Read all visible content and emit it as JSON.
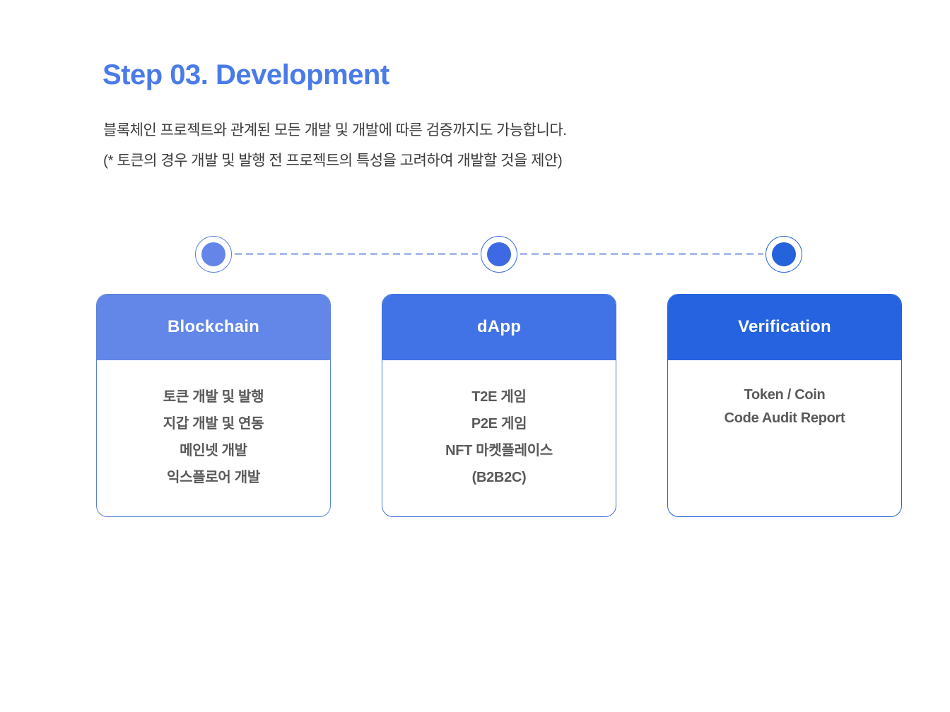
{
  "page": {
    "title": "Step 03. Development",
    "description": [
      "블록체인 프로젝트와 관계된 모든 개발 및 개발에 따른 검증까지도 가능합니다.",
      "(* 토큰의 경우 개발 및 발행 전 프로젝트의 특성을 고려하여 개발할 것을 제안)"
    ]
  },
  "colors": {
    "title_blue": "#4a7be8",
    "dashed_line": "#a9bcec",
    "description_text": "#3d3d3d",
    "card_body_text": "#595959",
    "card_background": "#ffffff"
  },
  "timeline": {
    "nodes": [
      {
        "id": "step-1",
        "fill_color": "#6585e8",
        "ring_color": "#5b7fe0"
      },
      {
        "id": "step-2",
        "fill_color": "#3d6ae3",
        "ring_color": "#3a67e0"
      },
      {
        "id": "step-3",
        "fill_color": "#2563dc",
        "ring_color": "#2360d8"
      }
    ]
  },
  "cards": [
    {
      "title": "Blockchain",
      "header_color": "#6287e8",
      "border_color": "#5b82d8",
      "items": [
        "토큰 개발 및 발행",
        "지갑 개발 및 연동",
        "메인넷 개발",
        "익스플로어 개발"
      ]
    },
    {
      "title": "dApp",
      "header_color": "#4273e6",
      "border_color": "#4273e0",
      "items": [
        "T2E 게임",
        "P2E 게임",
        "NFT 마켓플레이스",
        "(B2B2C)"
      ]
    },
    {
      "title": "Verification",
      "header_color": "#2563e0",
      "border_color": "#2563dc",
      "items": [
        "Token / Coin",
        "Code Audit Report"
      ]
    }
  ]
}
